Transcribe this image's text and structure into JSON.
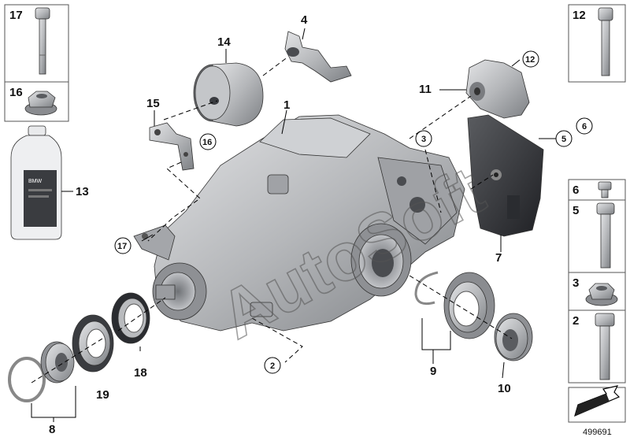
{
  "diagram": {
    "labels": {
      "l1": "1",
      "l2": "2",
      "l3": "3",
      "l4": "4",
      "l5": "5",
      "l6": "6",
      "l7": "7",
      "l8": "8",
      "l9": "9",
      "l10": "10",
      "l11": "11",
      "l12": "12",
      "l13": "13",
      "l14": "14",
      "l15": "15",
      "l16": "16",
      "l17": "17",
      "l18": "18",
      "l19": "19"
    },
    "side_boxes": {
      "left_top": "17",
      "left_mid": "16",
      "right_top": "12",
      "right_b1": "6",
      "right_b2": "5",
      "right_b3": "3",
      "right_b4": "2"
    },
    "oil_bottle_text": "BMW",
    "watermark": "AutoSoft",
    "diagram_number": "499691",
    "colors": {
      "part_fill": "#b7b9bc",
      "part_dark": "#3a3c40",
      "part_light": "#d8dadd"
    }
  }
}
